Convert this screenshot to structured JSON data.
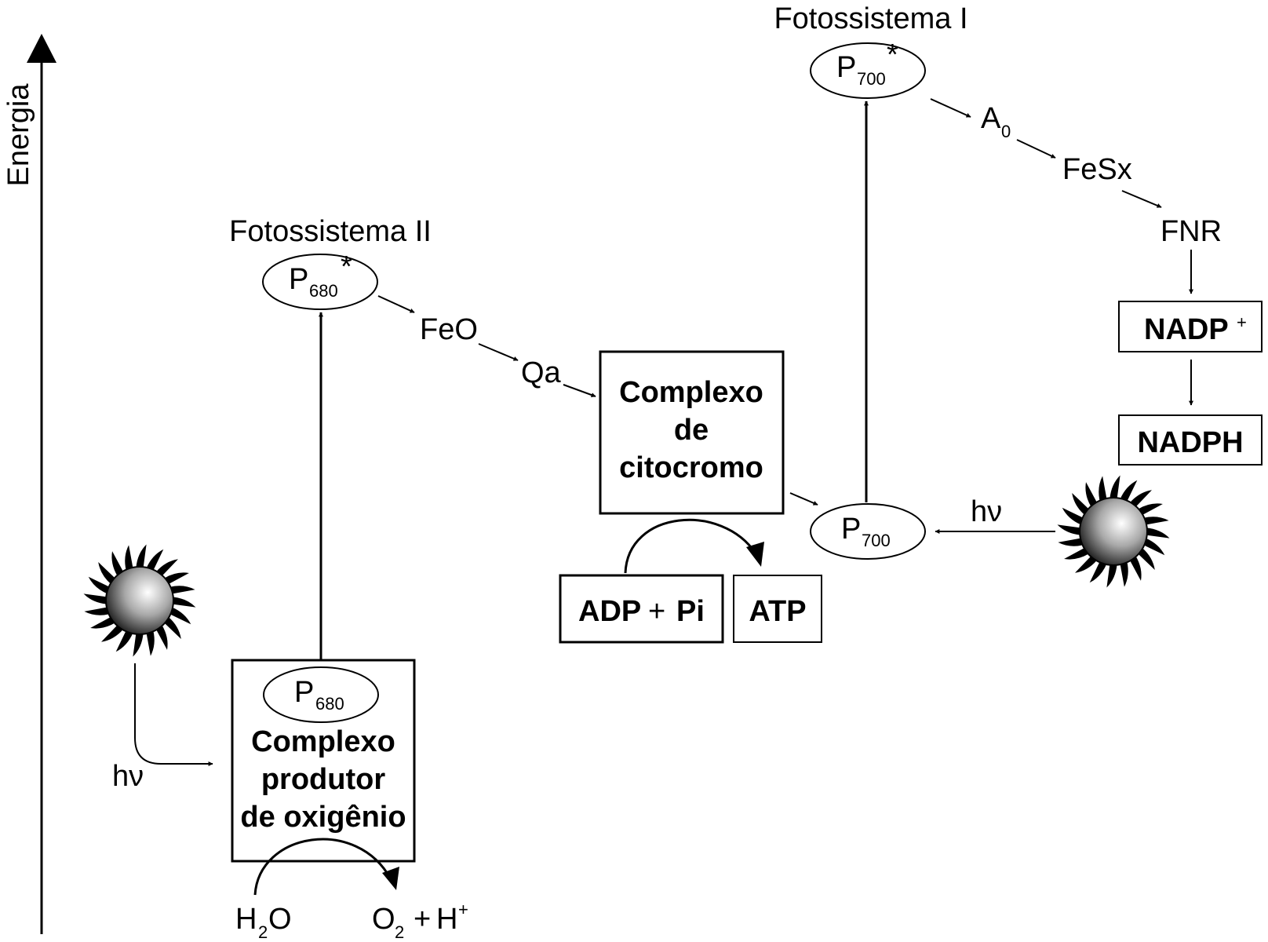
{
  "axis": {
    "label": "Energia"
  },
  "ps2": {
    "title": "Fotossistema II",
    "excited": {
      "main": "P",
      "sub": "680",
      "sup": "*"
    },
    "ground": {
      "main": "P",
      "sub": "680"
    },
    "complex": {
      "line1": "Complexo",
      "line2": "produtor",
      "line3": "de oxigênio"
    },
    "water": {
      "h": "H",
      "h_sub": "2",
      "o": "O"
    },
    "products": {
      "o": "O",
      "o_sub": "2",
      "plus": "+",
      "h": "H",
      "h_sup": "+"
    },
    "light": "hν"
  },
  "chain": {
    "feo": "FeO",
    "qa": "Qa",
    "cytochrome": {
      "line1": "Complexo",
      "line2": "de",
      "line3": "citocromo"
    },
    "adp": {
      "adp": "ADP",
      "plus": "+",
      "pi": "Pi"
    },
    "atp": "ATP"
  },
  "ps1": {
    "title": "Fotossistema I",
    "excited": {
      "main": "P",
      "sub": "700",
      "sup": "*"
    },
    "ground": {
      "main": "P",
      "sub": "700"
    },
    "a0": {
      "main": "A",
      "sub": "0"
    },
    "fesx": "FeSx",
    "fnr": "FNR",
    "nadp": {
      "main": "NADP",
      "sup": "+"
    },
    "nadph": "NADPH",
    "light": "hν"
  }
}
